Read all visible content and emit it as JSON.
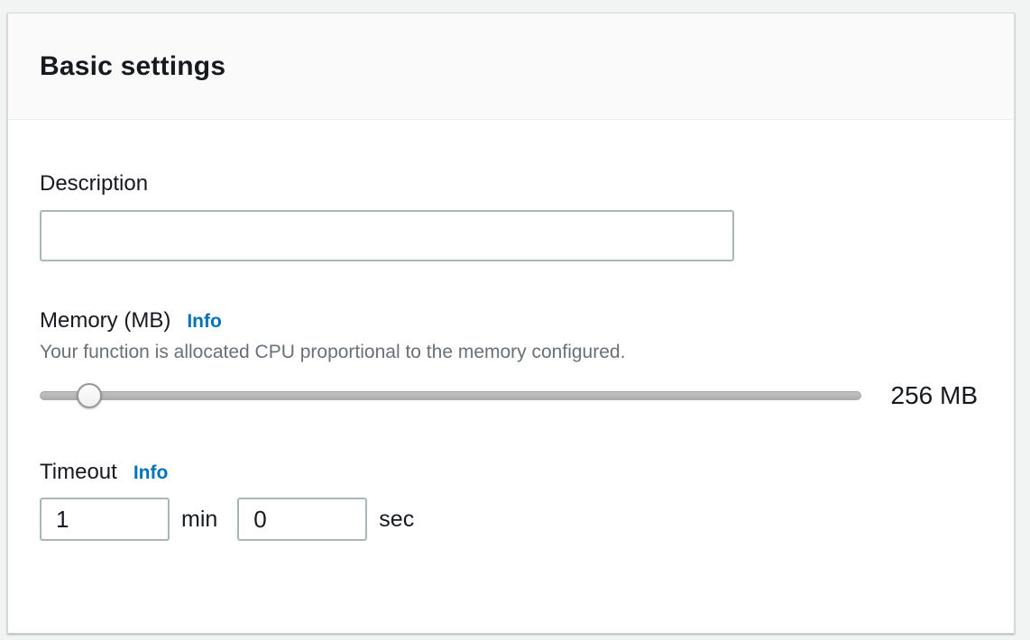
{
  "panel": {
    "title": "Basic settings"
  },
  "description": {
    "label": "Description",
    "value": "",
    "placeholder": ""
  },
  "memory": {
    "label": "Memory (MB)",
    "info_label": "Info",
    "help": "Your function is allocated CPU proportional to the memory configured.",
    "value_display": "256 MB",
    "slider_percent": 6
  },
  "timeout": {
    "label": "Timeout",
    "info_label": "Info",
    "minutes": "1",
    "minutes_unit": "min",
    "seconds": "0",
    "seconds_unit": "sec"
  },
  "colors": {
    "info_link": "#0073bb",
    "page_background": "#f2f3f3",
    "header_background": "#fafafa",
    "text_primary": "#16191f",
    "text_secondary": "#687078",
    "input_border": "#aab7b8"
  }
}
